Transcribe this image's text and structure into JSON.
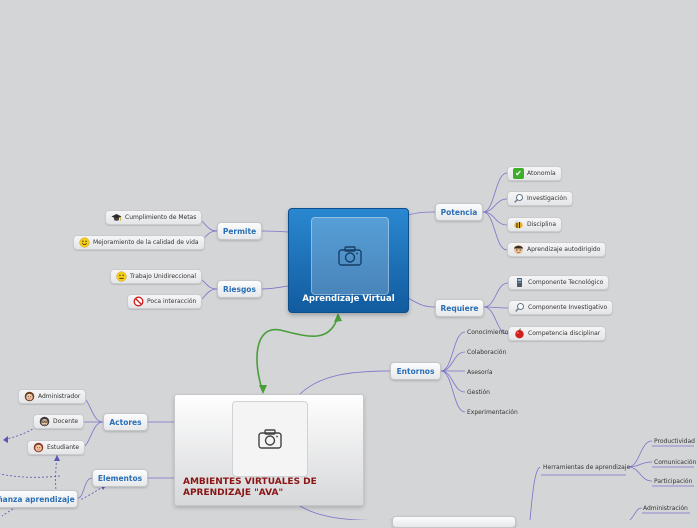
{
  "central": {
    "aprendizaje": "Aprendizaje Virtual",
    "ambientes": "AMBIENTES VIRTUALES DE APRENDIZAJE \"AVA\""
  },
  "branches": {
    "potencia": "Potencia",
    "requiere": "Requiere",
    "permite": "Permite",
    "riesgos": "Riesgos",
    "entornos": "Entornos",
    "actores": "Actores",
    "elementos": "Elementos"
  },
  "potencia_items": [
    {
      "label": "Atonomía",
      "icon": "check-icon"
    },
    {
      "label": "Investigación",
      "icon": "magnifier-icon"
    },
    {
      "label": "Disciplina",
      "icon": "bee-icon"
    },
    {
      "label": "Aprendizaje autodirigido",
      "icon": "person-icon"
    }
  ],
  "requiere_items": [
    {
      "label": "Componente Tecnológico",
      "icon": "computer-icon"
    },
    {
      "label": "Componente Investigativo",
      "icon": "magnifier-icon"
    },
    {
      "label": "Competencia disciplinar",
      "icon": "apple-icon"
    }
  ],
  "permite_items": [
    {
      "label": "Cumplimiento de Metas",
      "icon": "graduation-cap-icon"
    },
    {
      "label": "Mejoramiento de la calidad de vida",
      "icon": "smiley-icon"
    }
  ],
  "riesgos_items": [
    {
      "label": "Trabajo Unidireccional",
      "icon": "neutral-face-icon"
    },
    {
      "label": "Poca interacción",
      "icon": "prohibited-icon"
    }
  ],
  "entornos_items": [
    "Conocimiento",
    "Colaboración",
    "Asesoría",
    "Gestión",
    "Experimentación"
  ],
  "actores_items": [
    {
      "label": "Administrador",
      "icon": "woman-icon"
    },
    {
      "label": "Docente",
      "icon": "teacher-icon"
    },
    {
      "label": "Estudiante",
      "icon": "student-icon"
    }
  ],
  "elementos": {
    "partial_node": "ñanza aprendizaje"
  },
  "herramientas": {
    "label": "Herramientas de aprendizaje",
    "items": [
      "Productividad",
      "Comunicación",
      "Participación"
    ]
  },
  "partial_bottom": {
    "label": "Administración"
  },
  "colors": {
    "background": "#d4d5d7",
    "branch_text": "#2a6fb6",
    "link_green": "#4a9e3a",
    "connector_purple": "#7b72c9",
    "title_red": "#8b1414"
  }
}
